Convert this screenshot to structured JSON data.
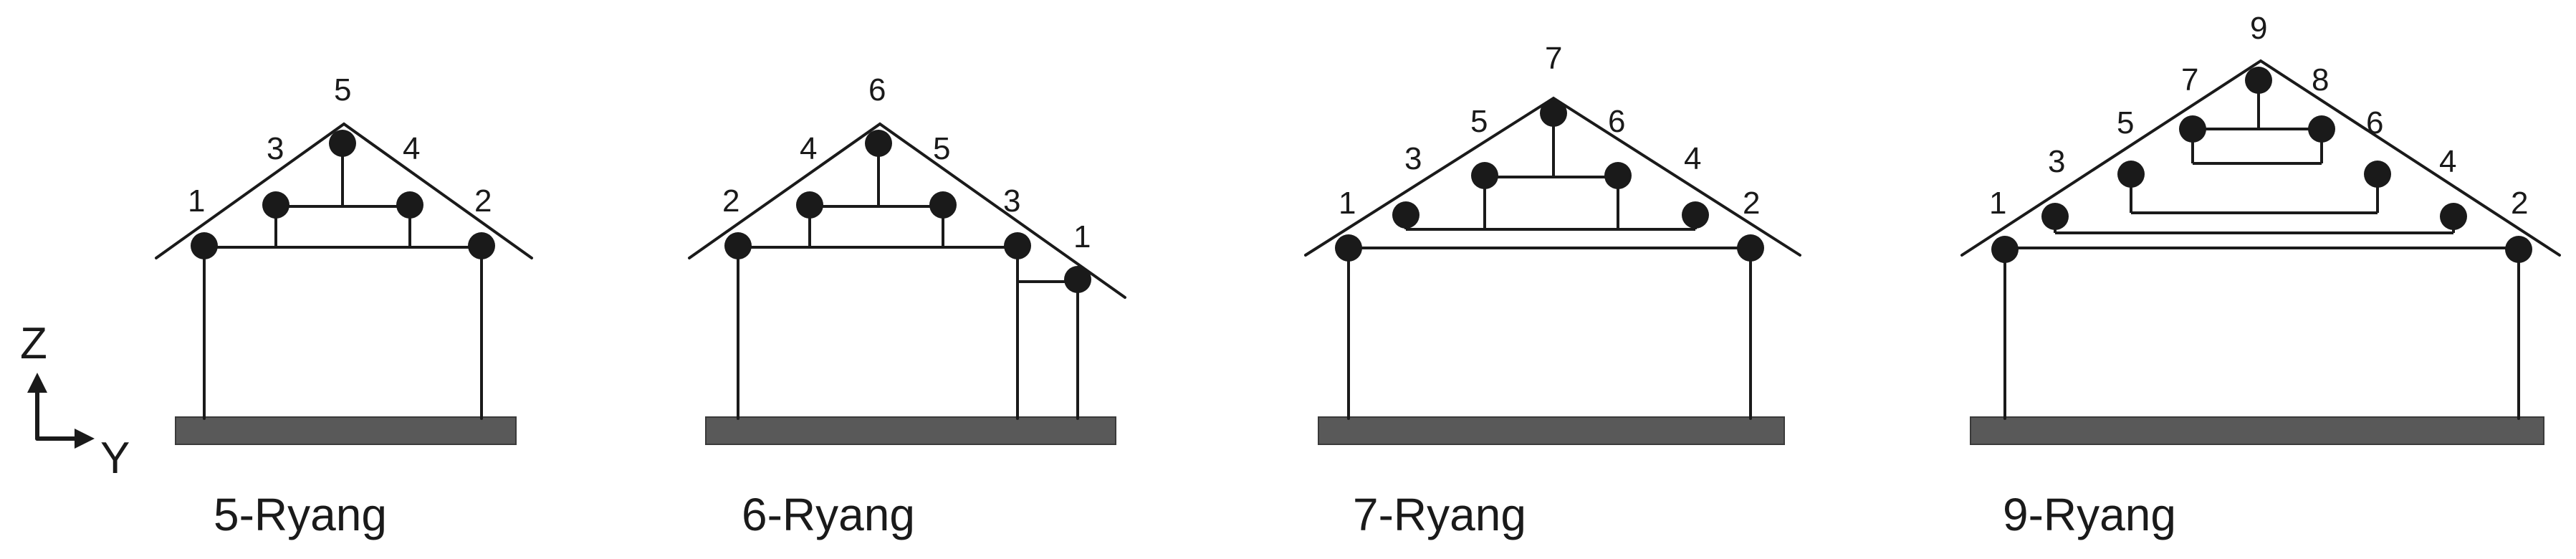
{
  "axes": {
    "vertical": "Z",
    "horizontal": "Y"
  },
  "panels": [
    {
      "id": "r5",
      "caption": "5-Ryang",
      "labels": [
        "1",
        "2",
        "3",
        "4",
        "5"
      ]
    },
    {
      "id": "r6",
      "caption": "6-Ryang",
      "labels": [
        "1",
        "2",
        "3",
        "4",
        "5",
        "6"
      ]
    },
    {
      "id": "r7",
      "caption": "7-Ryang",
      "labels": [
        "1",
        "2",
        "3",
        "4",
        "5",
        "6",
        "7"
      ]
    },
    {
      "id": "r9",
      "caption": "9-Ryang",
      "labels": [
        "1",
        "2",
        "3",
        "4",
        "5",
        "6",
        "7",
        "8",
        "9"
      ]
    }
  ]
}
